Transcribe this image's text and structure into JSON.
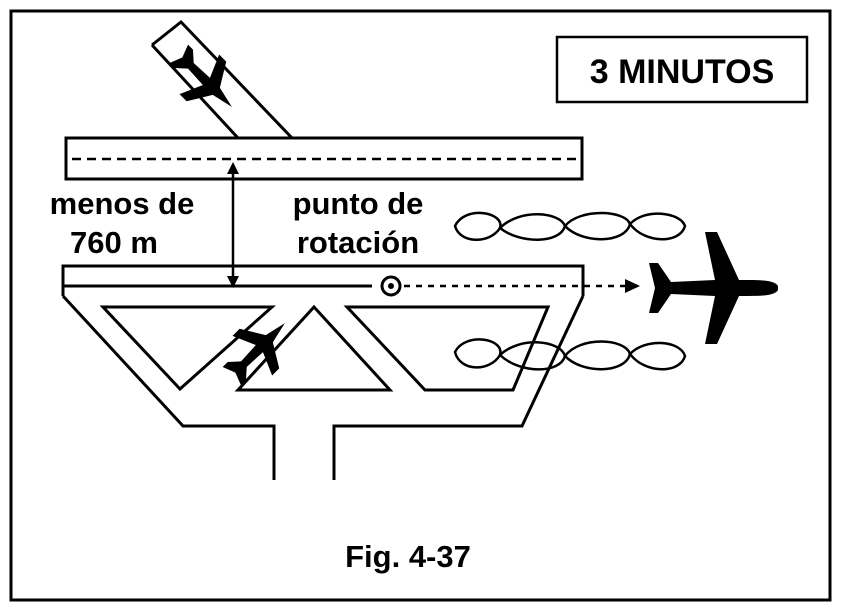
{
  "badge": {
    "text": "3 MINUTOS"
  },
  "separation_label": {
    "line1": "menos de",
    "line2": "760 m"
  },
  "rotation_label": {
    "line1": "punto de",
    "line2": "rotación"
  },
  "caption": {
    "text": "Fig. 4-37"
  },
  "colors": {
    "ink": "#000000",
    "background": "#ffffff"
  },
  "icons": {
    "landing_aircraft": "airplane-icon",
    "taxiing_aircraft": "airplane-icon",
    "departing_aircraft": "airplane-icon",
    "wake_vortex": "wake-turbulence-icon",
    "rotation_point": "circle-dot-icon"
  }
}
